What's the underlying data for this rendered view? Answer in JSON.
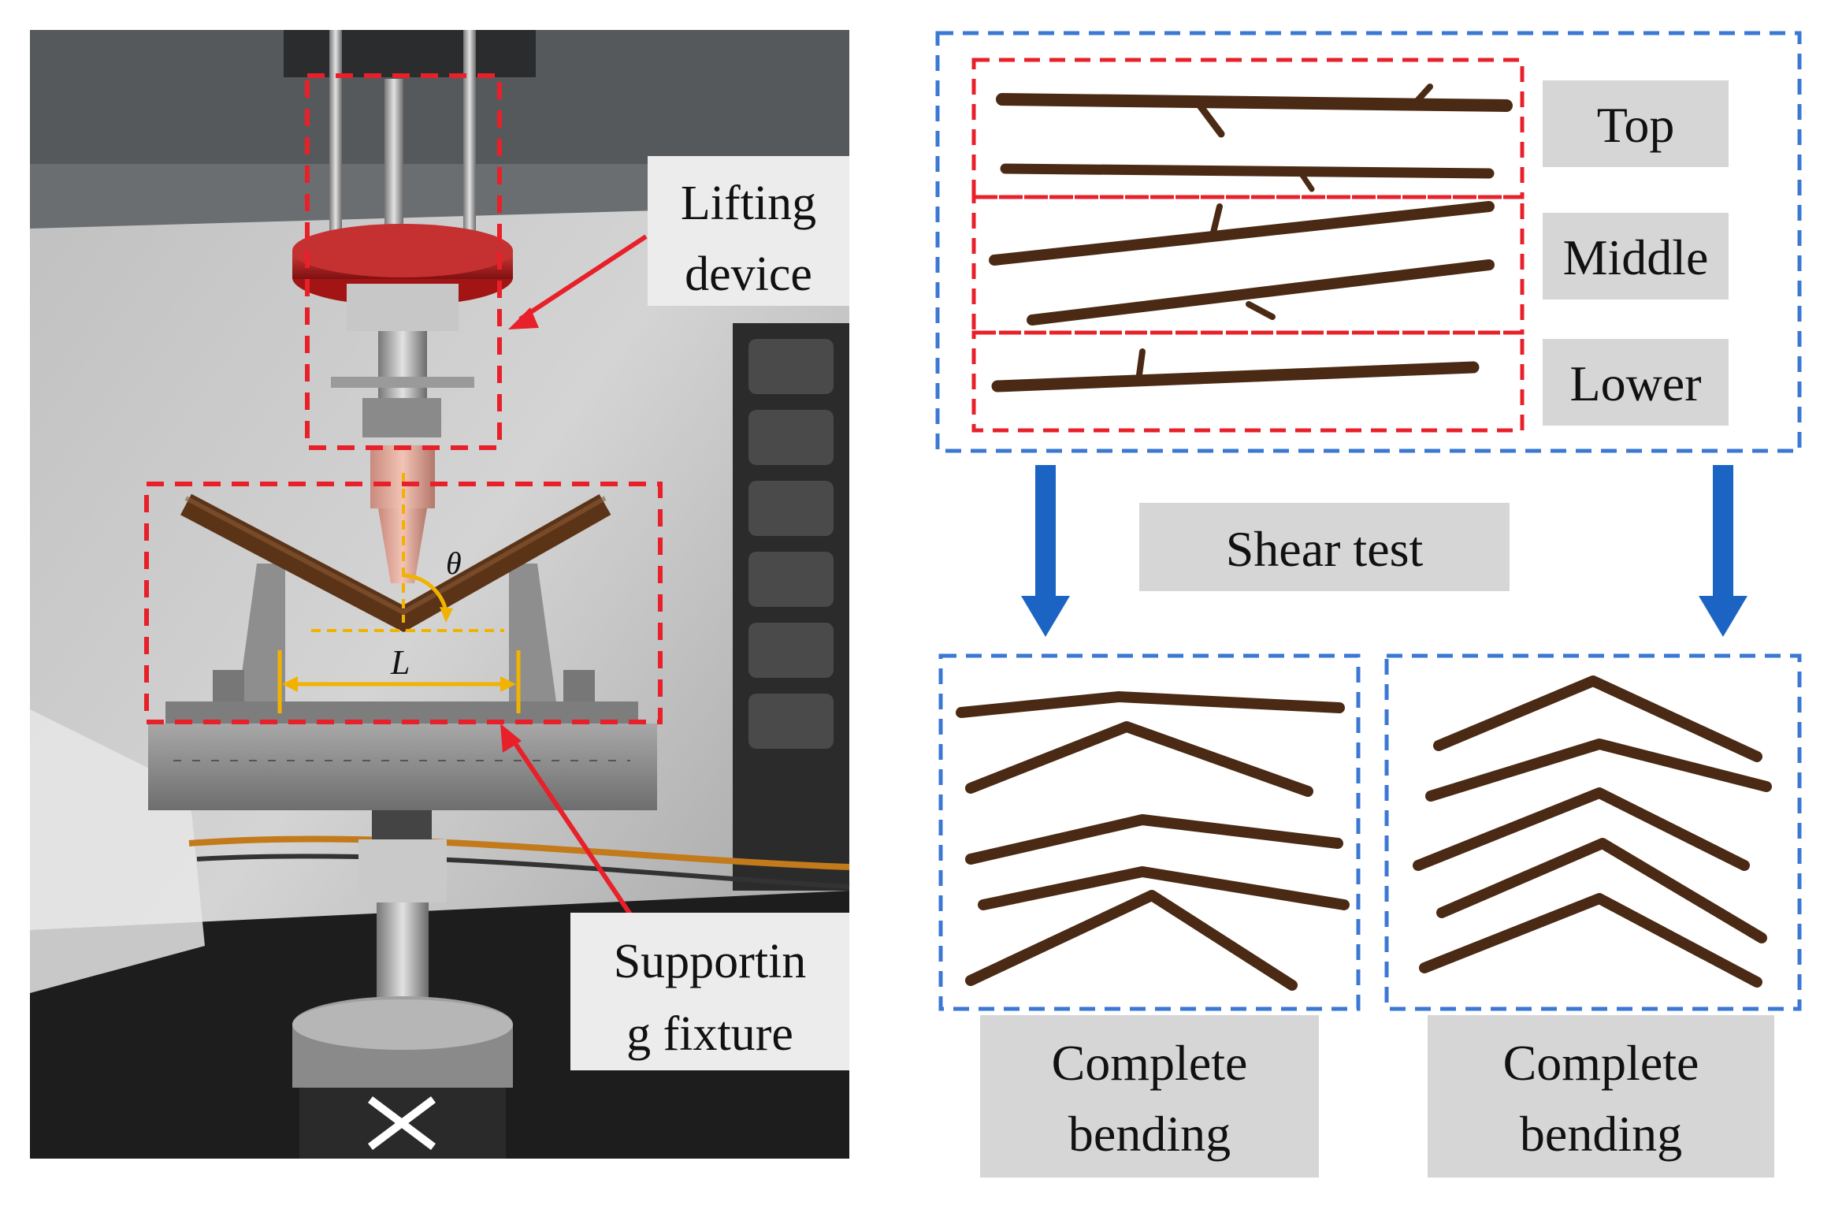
{
  "photo": {
    "lifting_label_line1": "Lifting",
    "lifting_label_line2": "device",
    "support_label_line1": "Supportin",
    "support_label_line2": "g fixture",
    "theta_symbol": "θ",
    "length_symbol": "L"
  },
  "sections": {
    "top": "Top",
    "middle": "Middle",
    "lower": "Lower"
  },
  "test_label": "Shear test",
  "results": {
    "left_line1": "Complete",
    "left_line2": "bending",
    "right_line1": "Complete",
    "right_line2": "bending"
  },
  "colors": {
    "red_dash": "#e8202a",
    "blue_dash": "#3b78d4",
    "blue_arrow": "#1c64c3",
    "branch": "#4a2a14",
    "label_bg": "#d6d6d6",
    "dimension": "#f2b200"
  }
}
